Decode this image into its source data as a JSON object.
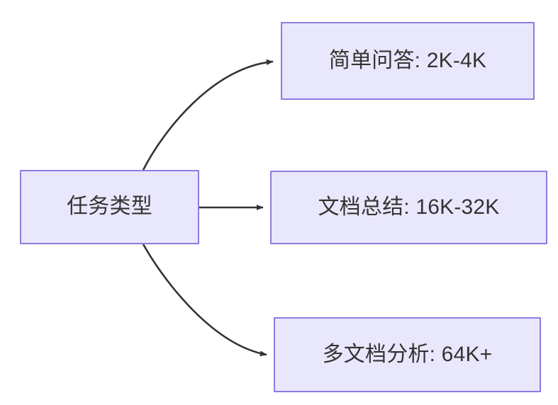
{
  "diagram": {
    "type": "flowchart",
    "direction": "left-to-right",
    "background_color": "#ffffff",
    "node_fill_color": "#e9e7fb",
    "node_border_color": "#8d7ce0",
    "node_text_color": "#333333",
    "edge_color": "#333333",
    "root": {
      "id": "root",
      "label": "任务类型"
    },
    "branches": [
      {
        "id": "task-1",
        "label": "简单问答: 2K-4K",
        "edge_style": "curved"
      },
      {
        "id": "task-2",
        "label": "文档总结: 16K-32K",
        "edge_style": "straight"
      },
      {
        "id": "task-3",
        "label": "多文档分析: 64K+",
        "edge_style": "curved"
      }
    ]
  }
}
